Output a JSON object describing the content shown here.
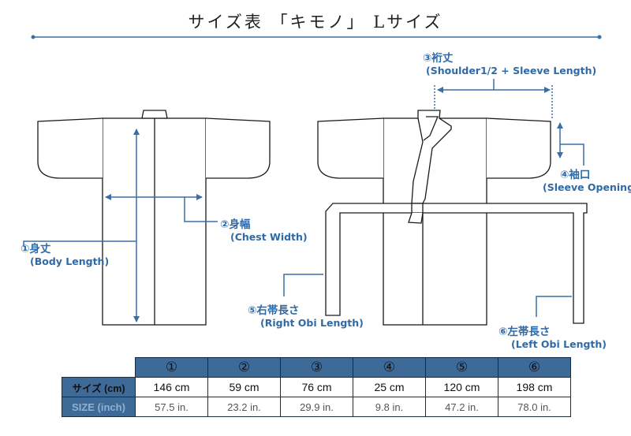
{
  "title": "サイズ表 「キモノ」 Lサイズ",
  "colors": {
    "accent": "#3a6fa5",
    "outline": "#1a1a1a",
    "table_header": "#3e6a98"
  },
  "labels": {
    "body_length": {
      "jp": "①身丈",
      "en": "(Body Length)"
    },
    "chest_width": {
      "jp": "②身幅",
      "en": "(Chest Width)"
    },
    "yuki": {
      "jp": "③裄丈",
      "en": "(Shoulder1/2 + Sleeve Length)"
    },
    "sleeve_opening": {
      "jp": "④袖口",
      "en": "(Sleeve Opening)"
    },
    "right_obi": {
      "jp": "⑤右帯長さ",
      "en": "(Right Obi Length)"
    },
    "left_obi": {
      "jp": "⑥左帯長さ",
      "en": "(Left Obi Length)"
    }
  },
  "table": {
    "headers": [
      "①",
      "②",
      "③",
      "④",
      "⑤",
      "⑥"
    ],
    "rows": [
      {
        "label": "サイズ (cm)",
        "values": [
          "146 cm",
          "59 cm",
          "76 cm",
          "25 cm",
          "120 cm",
          "198 cm"
        ]
      },
      {
        "label": "SIZE (inch)",
        "values": [
          "57.5 in.",
          "23.2 in.",
          "29.9 in.",
          "9.8 in.",
          "47.2 in.",
          "78.0 in."
        ]
      }
    ]
  }
}
